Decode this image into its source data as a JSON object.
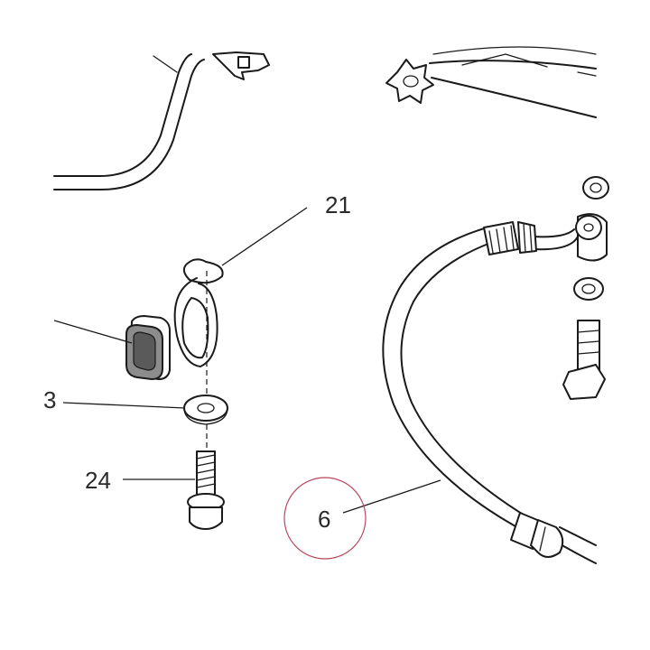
{
  "callouts": {
    "c21": "21",
    "c24": "24",
    "c6": "6",
    "c_partial": "3"
  },
  "highlight": {
    "target": "6",
    "ring_color": "#b5485e"
  },
  "colors": {
    "line": "#1a1a1a",
    "grommet_fill": "#8c8c8c",
    "background": "#ffffff"
  }
}
